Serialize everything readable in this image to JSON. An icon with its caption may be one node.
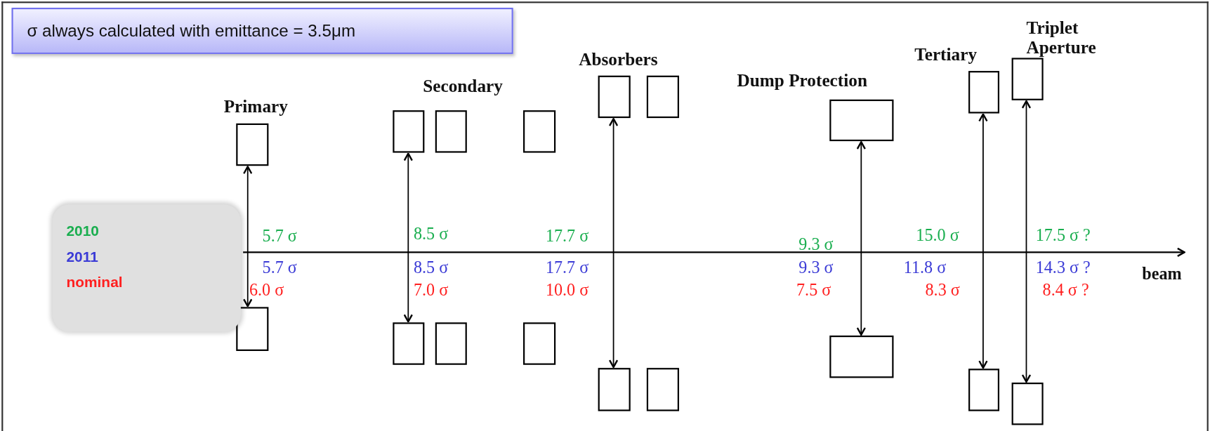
{
  "diagram": {
    "nodes": [
      {
        "text": [
          "σ always calculated with emittance = 3.5μm"
        ]
      },
      {
        "text": [],
        "shape": "box"
      },
      {
        "text": [],
        "shape": "box"
      },
      {
        "text": [],
        "shape": "box"
      },
      {
        "text": [],
        "shape": "box"
      },
      {
        "text": [],
        "shape": "box"
      },
      {
        "text": [],
        "shape": "box"
      },
      {
        "text": [],
        "shape": "box"
      },
      {
        "text": [],
        "shape": "box"
      },
      {
        "text": [],
        "shape": "box"
      },
      {
        "text": [],
        "shape": "box"
      },
      {
        "text": [],
        "shape": "box"
      },
      {
        "text": [],
        "shape": "box"
      },
      {
        "text": [],
        "shape": "box"
      },
      {
        "text": [],
        "shape": "box"
      },
      {
        "text": [],
        "shape": "box"
      },
      {
        "text": [],
        "shape": "box"
      },
      {
        "text": [],
        "shape": "box"
      },
      {
        "text": [],
        "shape": "box"
      }
    ],
    "edges": [
      {
        "from": 1,
        "to": 2,
        "arrow": "both"
      },
      {
        "from": 3,
        "to": 4,
        "arrow": "both"
      },
      {
        "from": 9,
        "to": 10,
        "arrow": "both"
      },
      {
        "from": 13,
        "to": 14,
        "arrow": "both"
      },
      {
        "from": 15,
        "to": 16,
        "arrow": "both"
      },
      {
        "from": 17,
        "to": 18,
        "arrow": "both"
      }
    ],
    "labels": [
      "Primary",
      "Secondary",
      "Absorbers",
      "Dump Protection",
      "Tertiary",
      "Triplet Aperture",
      "5.7 σ",
      "8.5 σ",
      "17.7 σ",
      "9.3 σ",
      "15.0 σ",
      "17.5 σ ?",
      "5.7 σ",
      "8.5 σ",
      "17.7 σ",
      "9.3 σ",
      "11.8 σ",
      "14.3 σ ?",
      "6.0 σ",
      "7.0 σ",
      "10.0 σ",
      "7.5 σ",
      "8.3 σ",
      "8.4 σ ?",
      "beam"
    ],
    "legend": [
      {
        "text": "2010",
        "color": "#1aae4f"
      },
      {
        "text": "2011",
        "color": "#3b3bd6"
      },
      {
        "text": "nominal",
        "color": "#ff2020"
      }
    ]
  }
}
